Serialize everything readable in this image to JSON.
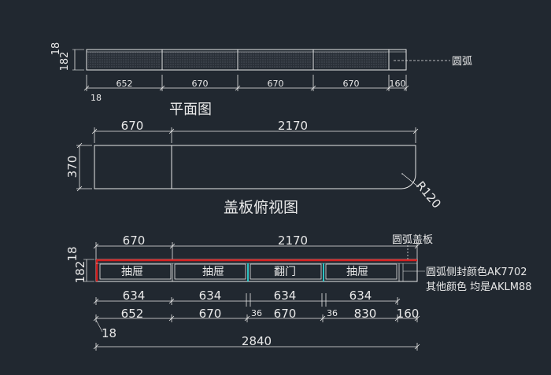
{
  "plan_view": {
    "title": "平面图",
    "height_dims": [
      "18",
      "182"
    ],
    "segment_dims": [
      "652",
      "670",
      "670",
      "670",
      "160"
    ],
    "small_dim": "18",
    "callout": "圆弧"
  },
  "top_view": {
    "title": "盖板俯视图",
    "width_dims": [
      "670",
      "2170"
    ],
    "depth_dim": "370",
    "radius_label": "R120"
  },
  "elevation": {
    "top_dims": [
      "670",
      "2170"
    ],
    "height_dims": [
      "18",
      "182"
    ],
    "cover_callout": "圆弧盖板",
    "units": [
      "抽屉",
      "抽屉",
      "翻门",
      "抽屉"
    ],
    "side_note": "圆弧侧封颜色AK7702",
    "other_note": "其他颜色  均是AKLM88",
    "row1_dims": [
      "634",
      "634",
      "634",
      "634"
    ],
    "gap_marks": [
      "||",
      "||"
    ],
    "row2_dims": [
      "652",
      "670",
      "670",
      "830",
      "160"
    ],
    "gap_dims": [
      "36",
      "36"
    ],
    "small_dim": "18",
    "total_dim": "2840"
  },
  "colors": {
    "background": "#212830",
    "line": "#e8e8e8",
    "accent_red": "#d42020",
    "accent_cyan": "#2ec4c4"
  }
}
